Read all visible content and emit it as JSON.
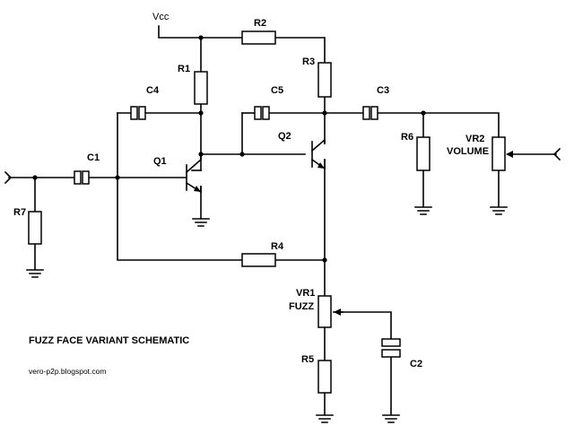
{
  "title": "FUZZ FACE VARIANT SCHEMATIC",
  "credit": "vero-p2p.blogspot.com",
  "labels": {
    "vcc": "Vcc",
    "r1": "R1",
    "r2": "R2",
    "r3": "R3",
    "r4": "R4",
    "r5": "R5",
    "r6": "R6",
    "r7": "R7",
    "c1": "C1",
    "c2": "C2",
    "c3": "C3",
    "c4": "C4",
    "c5": "C5",
    "q1": "Q1",
    "q2": "Q2",
    "vr1": "VR1",
    "vr1_name": "FUZZ",
    "vr2": "VR2",
    "vr2_name": "VOLUME"
  }
}
